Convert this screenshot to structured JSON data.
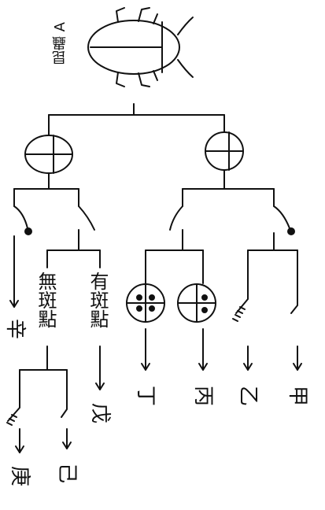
{
  "diagram": {
    "title": "昆蟲 A",
    "left_group": {
      "spotted_label": "有斑點",
      "unspotted_label": "無斑點"
    },
    "outcomes": {
      "jia": "甲",
      "yi": "乙",
      "bing": "丙",
      "ding": "丁",
      "wu": "戊",
      "ji": "己",
      "geng": "庚",
      "xin": "辛"
    },
    "colors": {
      "ink": "#111111",
      "background": "#ffffff"
    }
  }
}
